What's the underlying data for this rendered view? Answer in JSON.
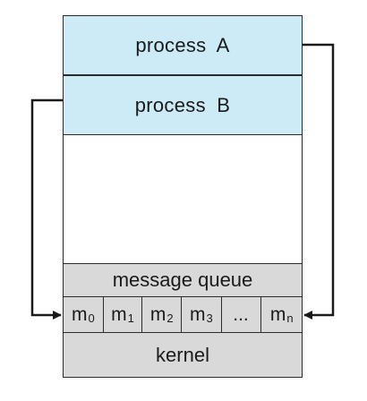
{
  "diagram": {
    "process_a_label": "process  A",
    "process_b_label": "process  B",
    "queue_label": "message queue",
    "kernel_label": "kernel",
    "slots": [
      {
        "base": "m",
        "sub": "0"
      },
      {
        "base": "m",
        "sub": "1"
      },
      {
        "base": "m",
        "sub": "2"
      },
      {
        "base": "m",
        "sub": "3"
      },
      {
        "base": "...",
        "sub": ""
      },
      {
        "base": "m",
        "sub": "n"
      }
    ]
  },
  "colors": {
    "process_fill": "#cdeaf7",
    "kernel_fill": "#d9d9d9",
    "line": "#1a1a1a"
  }
}
